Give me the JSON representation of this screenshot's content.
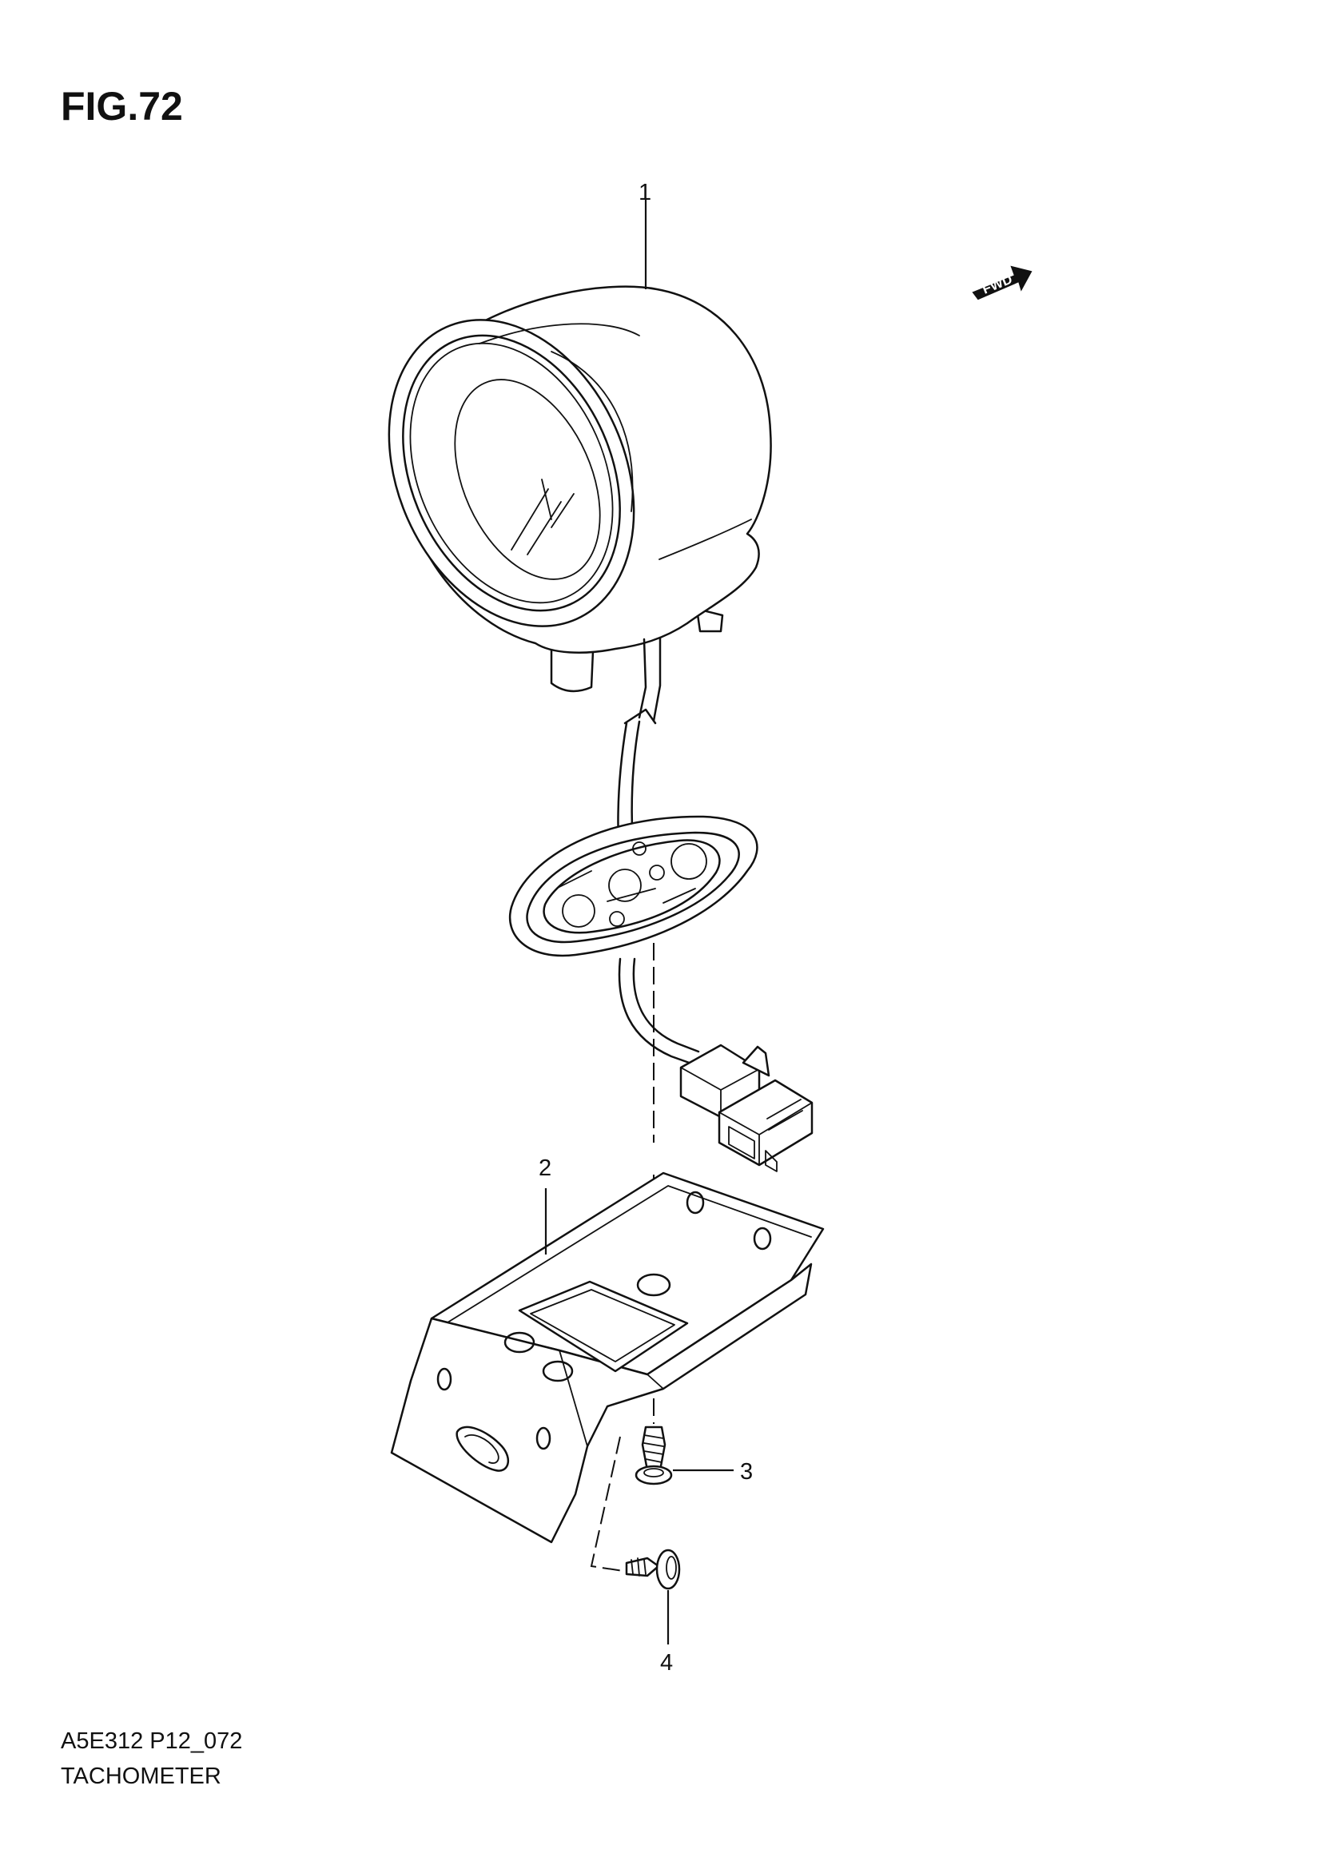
{
  "figure": {
    "title": "FIG.72"
  },
  "direction_tag": {
    "label": "FWD",
    "icon": "forward-arrow-icon"
  },
  "callouts": [
    {
      "number": "1",
      "part": "tachometer"
    },
    {
      "number": "2",
      "part": "bracket"
    },
    {
      "number": "3",
      "part": "screw"
    },
    {
      "number": "4",
      "part": "bolt"
    }
  ],
  "footer": {
    "code": "A5E312 P12_072",
    "name": "TACHOMETER"
  },
  "colors": {
    "line": "#111111",
    "background": "#ffffff"
  }
}
